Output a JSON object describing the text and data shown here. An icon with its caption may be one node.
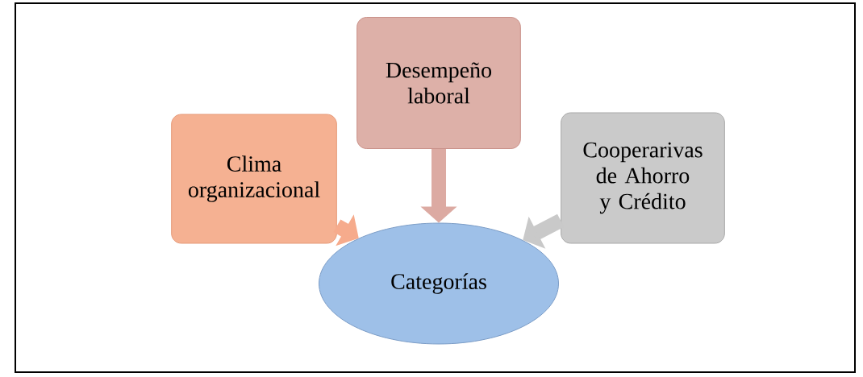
{
  "diagram": {
    "nodes": [
      {
        "text": [
          "Clima organizacional"
        ]
      },
      {
        "text": [
          "Desempeño laboral"
        ]
      },
      {
        "text": [
          "Cooperarivas de Ahorro y Crédito"
        ]
      },
      {
        "text": [
          "Categorías"
        ]
      }
    ],
    "edges": [
      {
        "from": 0,
        "to": 3,
        "arrow": "to",
        "color": "#f6ab8c"
      },
      {
        "from": 1,
        "to": 3,
        "arrow": "to",
        "color": "#dcaaa2"
      },
      {
        "from": 2,
        "to": 3,
        "arrow": "to",
        "color": "#c9c9c9"
      }
    ]
  }
}
